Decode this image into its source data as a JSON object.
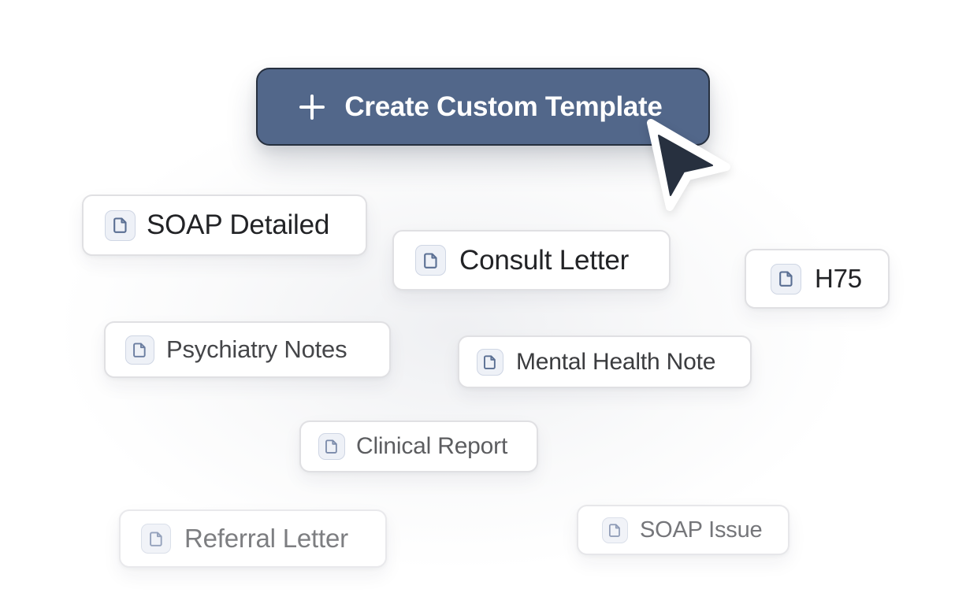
{
  "create_button": {
    "label": "Create Custom Template",
    "icon": "plus-icon",
    "background": "#52678A",
    "text_color": "#FFFFFF"
  },
  "cursor": {
    "icon": "mouse-pointer-icon",
    "fill": "#27303F"
  },
  "templates": [
    {
      "label": "SOAP Detailed",
      "icon": "document-icon"
    },
    {
      "label": "Consult Letter",
      "icon": "document-icon"
    },
    {
      "label": "H75",
      "icon": "document-icon"
    },
    {
      "label": "Psychiatry Notes",
      "icon": "document-icon"
    },
    {
      "label": "Mental Health Note",
      "icon": "document-icon"
    },
    {
      "label": "Clinical Report",
      "icon": "document-icon"
    },
    {
      "label": "Referral Letter",
      "icon": "document-icon"
    },
    {
      "label": "SOAP Issue",
      "icon": "document-icon"
    }
  ],
  "colors": {
    "accent": "#52678A",
    "icon_stroke": "#5A6F93",
    "icon_box_bg": "#EEF1F7",
    "card_border": "#E0E0E3"
  }
}
